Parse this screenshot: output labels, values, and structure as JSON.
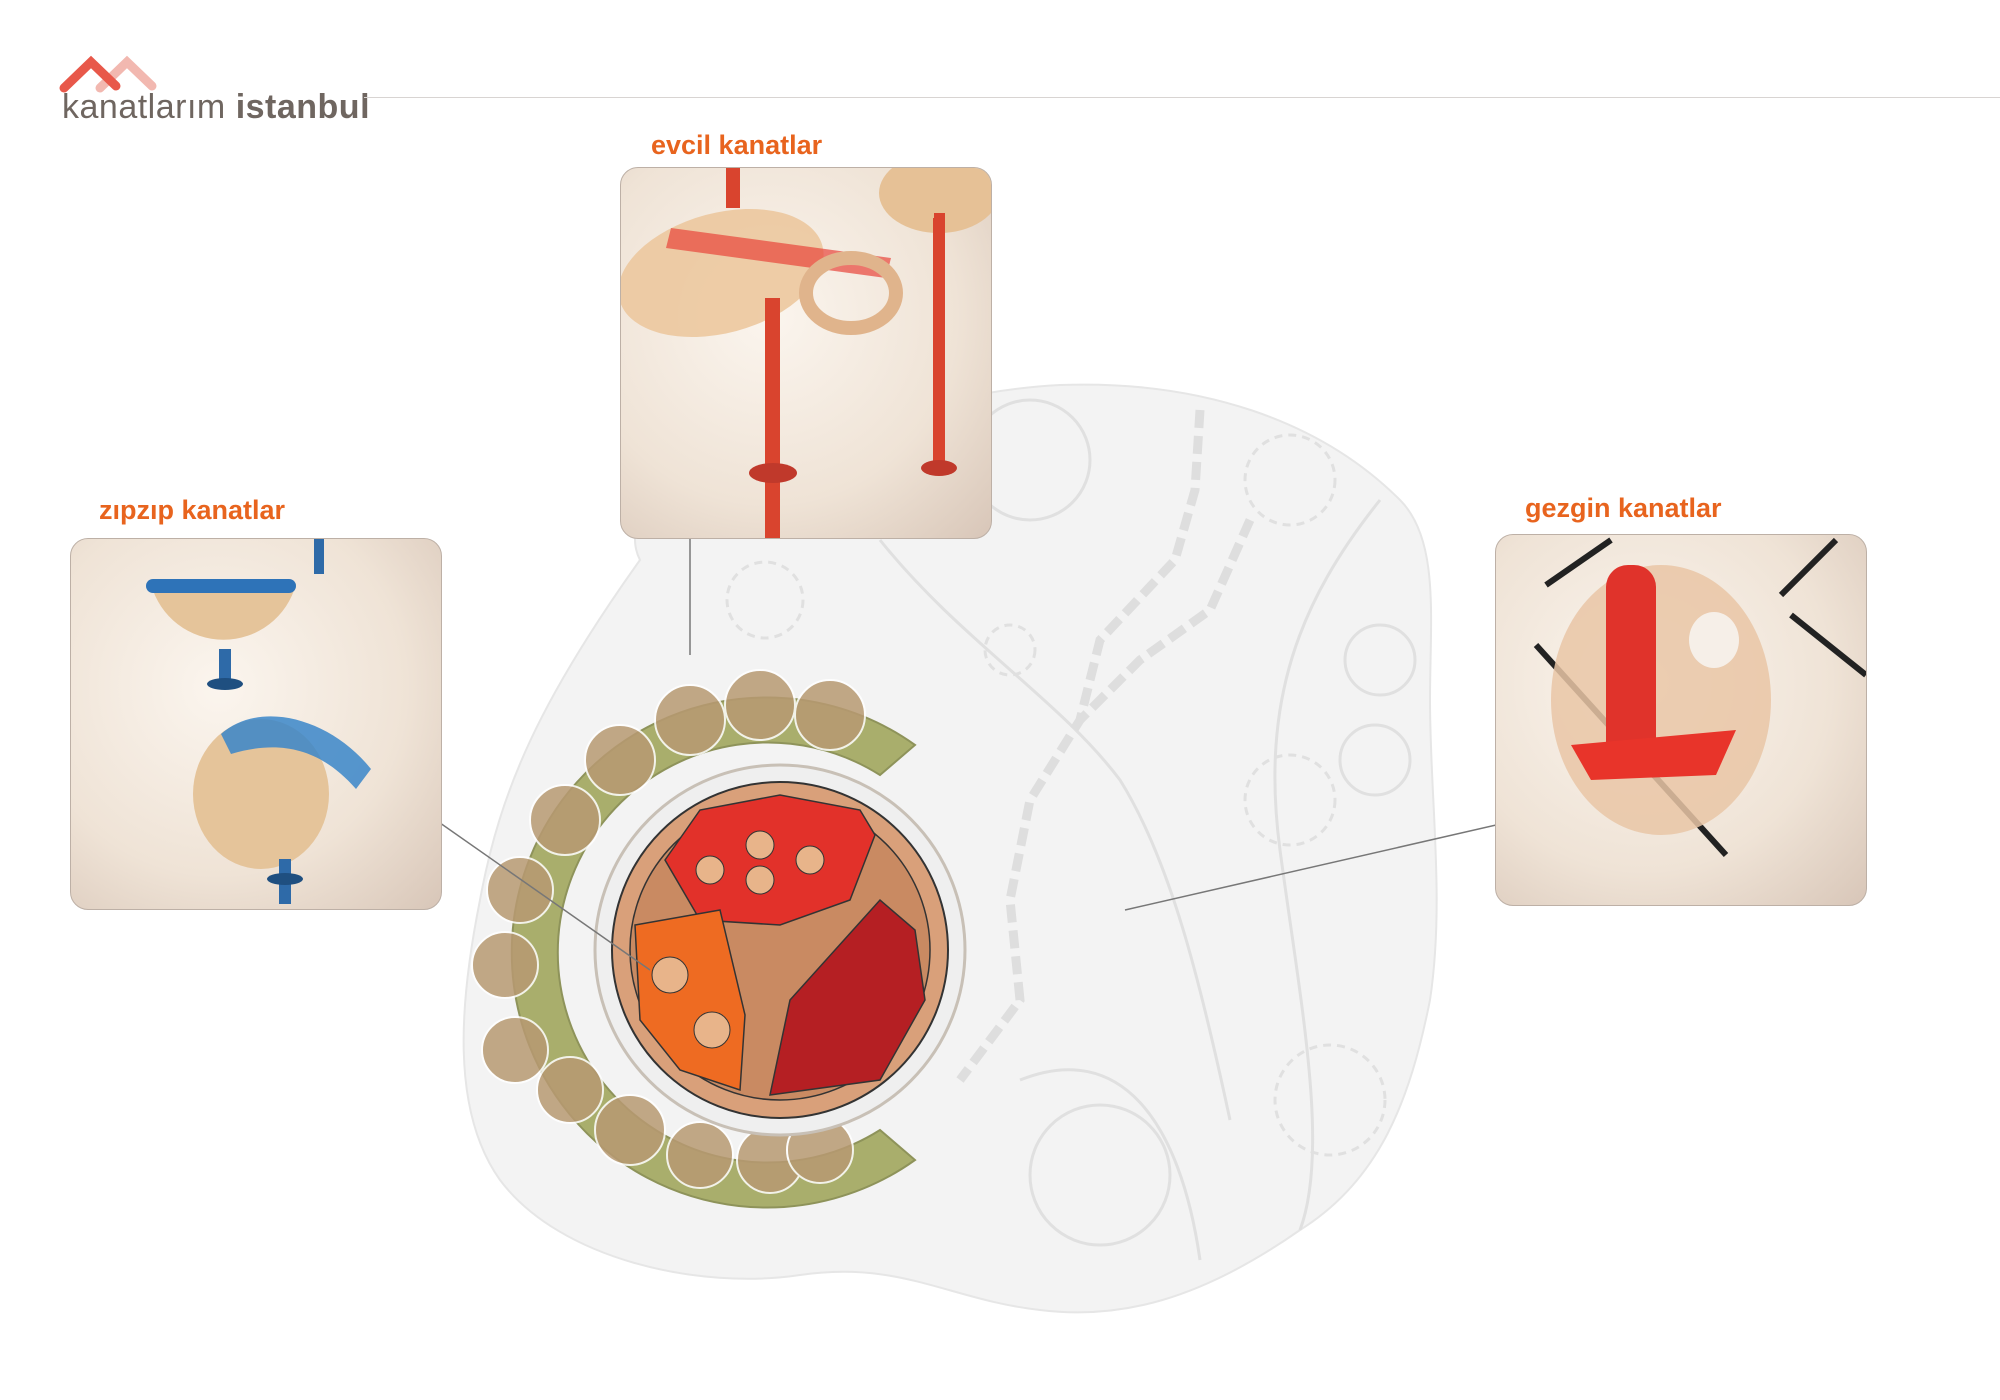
{
  "brand": {
    "name_light": "kanatlarım",
    "name_bold": "istanbul",
    "colors": {
      "primary": "#e8584a",
      "secondary": "#f2b8b0",
      "text": "#6f6660"
    }
  },
  "accent_color": "#e8641e",
  "callouts": [
    {
      "label": "evcil kanatlar",
      "icon": "red-wing-seat-render"
    },
    {
      "label": "zıpzıp kanatlar",
      "icon": "blue-spring-rocker-render"
    },
    {
      "label": "gezgin kanatlar",
      "icon": "red-dome-climber-render"
    }
  ]
}
